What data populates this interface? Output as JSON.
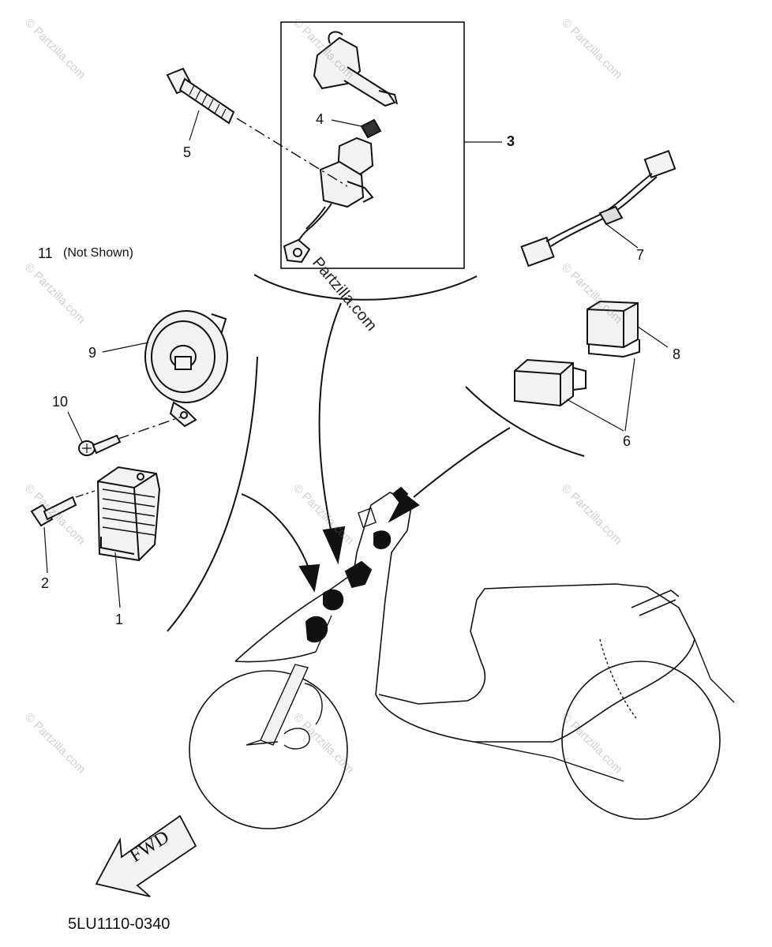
{
  "diagram_code": "5LU1110-0340",
  "fwd_label": "FWD",
  "center_watermark": "Partzilla.com",
  "watermark_text": "© Partzilla.com",
  "parts": [
    {
      "id": "p1",
      "label": "1"
    },
    {
      "id": "p2",
      "label": "2"
    },
    {
      "id": "p3",
      "label": "3"
    },
    {
      "id": "p4",
      "label": "4"
    },
    {
      "id": "p5",
      "label": "5"
    },
    {
      "id": "p6",
      "label": "6"
    },
    {
      "id": "p7",
      "label": "7"
    },
    {
      "id": "p8",
      "label": "8"
    },
    {
      "id": "p9",
      "label": "9"
    },
    {
      "id": "p10",
      "label": "10"
    },
    {
      "id": "p11",
      "label": "11"
    }
  ],
  "not_shown_note": "(Not Shown)",
  "icons": [
    "key-switch-icon",
    "bolt-icon",
    "wire-harness-icon",
    "relay-icon",
    "horn-icon",
    "rectifier-icon",
    "scooter-icon",
    "fwd-arrow-icon"
  ]
}
